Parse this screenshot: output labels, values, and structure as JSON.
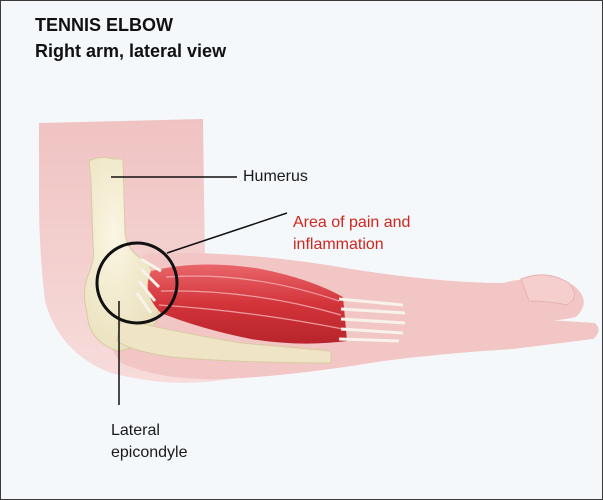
{
  "diagram": {
    "title": "TENNIS ELBOW",
    "subtitle": "Right arm, lateral view",
    "labels": {
      "humerus": "Humerus",
      "pain_line1": "Area of pain and",
      "pain_line2": "inflammation",
      "epicondyle_line1": "Lateral",
      "epicondyle_line2": "epicondyle"
    },
    "colors": {
      "skin": "#f2c9c8",
      "bone": "#f4eccd",
      "muscle": "#d83a3f",
      "tendon": "#f7f2ea",
      "pain_label": "#d0261d",
      "background": "#f4f8fb"
    }
  }
}
